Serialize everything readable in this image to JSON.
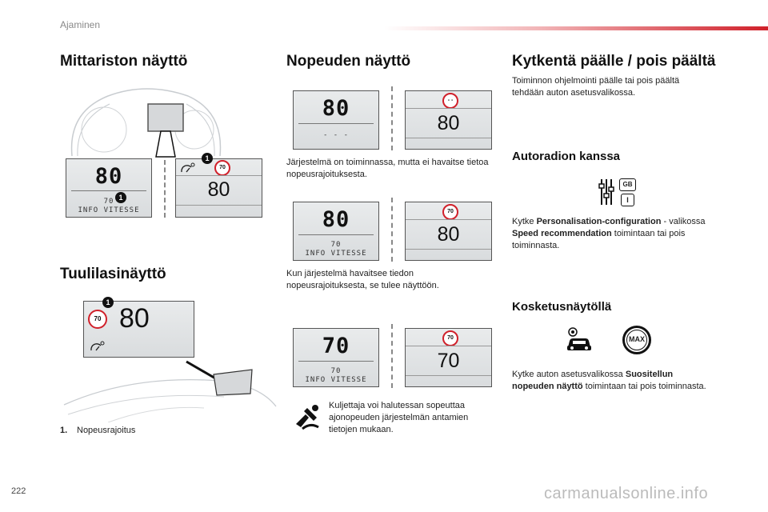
{
  "header": {
    "section": "Ajaminen"
  },
  "page_number": "222",
  "watermark": "carmanualsonline.info",
  "col1": {
    "title": "Mittariston näyttö",
    "lcd_speed": "80",
    "lcd_small_value": "70",
    "lcd_small_label": "INFO VITESSE",
    "callout": "1",
    "sign_value": "70",
    "display_speed": "80",
    "title2": "Tuulilasinäyttö",
    "hud_speed": "80",
    "hud_sign": "70",
    "footnote_num": "1.",
    "footnote_text": "Nopeusrajoitus"
  },
  "col2": {
    "title": "Nopeuden näyttö",
    "panel1": {
      "lcd_speed": "80",
      "lcd_small": "- - -",
      "sign": "- -",
      "display_speed": "80"
    },
    "text1": "Järjestelmä on toiminnassa, mutta ei havaitse tietoa nopeusrajoituksesta.",
    "panel2": {
      "lcd_speed": "80",
      "lcd_small_value": "70",
      "lcd_small_label": "INFO VITESSE",
      "sign": "70",
      "display_speed": "80"
    },
    "text2": "Kun järjestelmä havaitsee tiedon nopeusrajoituksesta, se tulee näyttöön.",
    "panel3": {
      "lcd_speed": "70",
      "lcd_small_value": "70",
      "lcd_small_label": "INFO VITESSE",
      "sign": "70",
      "display_speed": "70"
    },
    "text3": "Kuljettaja voi halutessan sopeuttaa ajonopeuden järjestelmän antamien tietojen mukaan."
  },
  "col3": {
    "title": "Kytkentä päälle / pois päältä",
    "intro": "Toiminnon ohjelmointi päälle tai pois päältä tehdään auton asetusvalikossa.",
    "sub1": "Autoradion kanssa",
    "radio_text_pre": "Kytke ",
    "radio_text_b1": "Personalisation-configuration",
    "radio_text_mid": " - valikossa ",
    "radio_text_b2": "Speed recommendation",
    "radio_text_post": " toimintaan tai pois toiminnasta.",
    "gb_label": "GB",
    "i_label": "I",
    "sub2": "Kosketusnäytöllä",
    "max_label": "MAX",
    "touch_text_pre": "Kytke auton asetusvalikossa ",
    "touch_text_b": "Suositellun nopeuden näyttö",
    "touch_text_post": " toimintaan tai pois toiminnasta."
  }
}
